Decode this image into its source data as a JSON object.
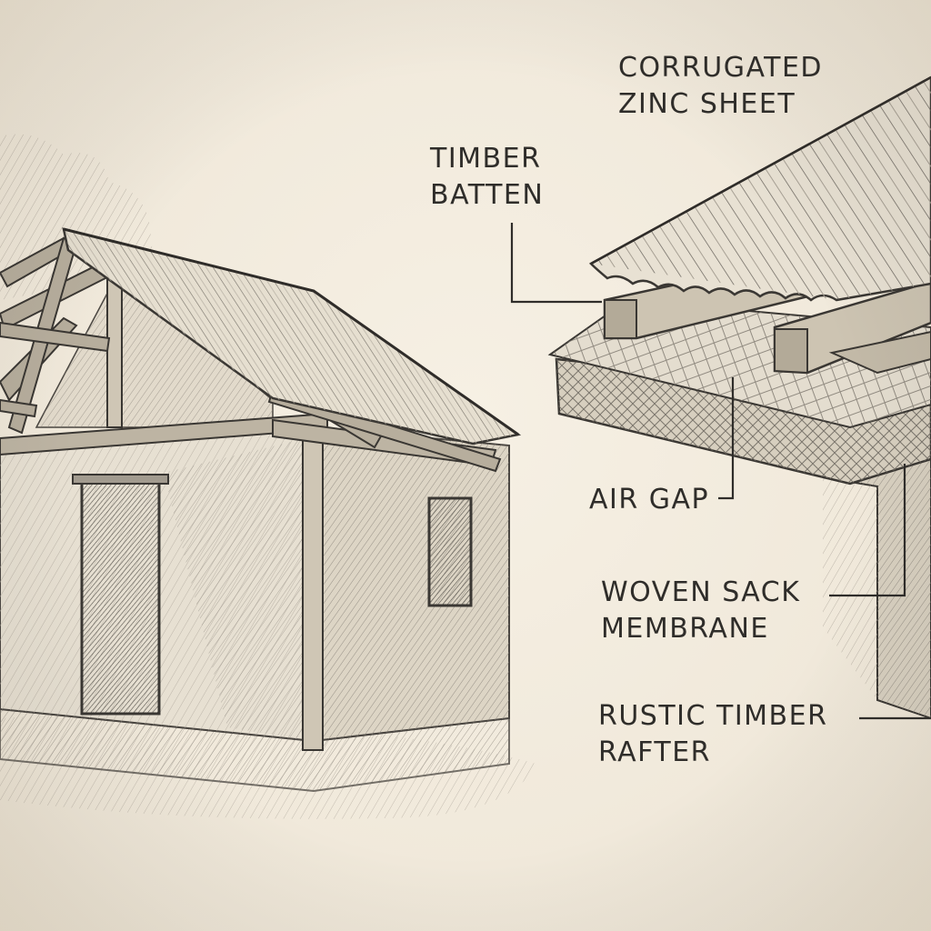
{
  "labels": {
    "corrugated_zinc_sheet": {
      "line1": "CORRUGATED",
      "line2": "ZINC SHEET"
    },
    "timber_batten": {
      "line1": "TIMBER",
      "line2": "BATTEN"
    },
    "air_gap": {
      "line1": "AIR GAP"
    },
    "woven_sack_membrane": {
      "line1": "WOVEN SACK",
      "line2": "MEMBRANE"
    },
    "rustic_timber_rafter": {
      "line1": "RUSTIC TIMBER",
      "line2": "RAFTER"
    }
  },
  "colors": {
    "paper": "#f3ecdf",
    "pencil_dark": "#3a3733",
    "pencil_mid": "#6d6861",
    "pencil_light": "#a7a197"
  }
}
